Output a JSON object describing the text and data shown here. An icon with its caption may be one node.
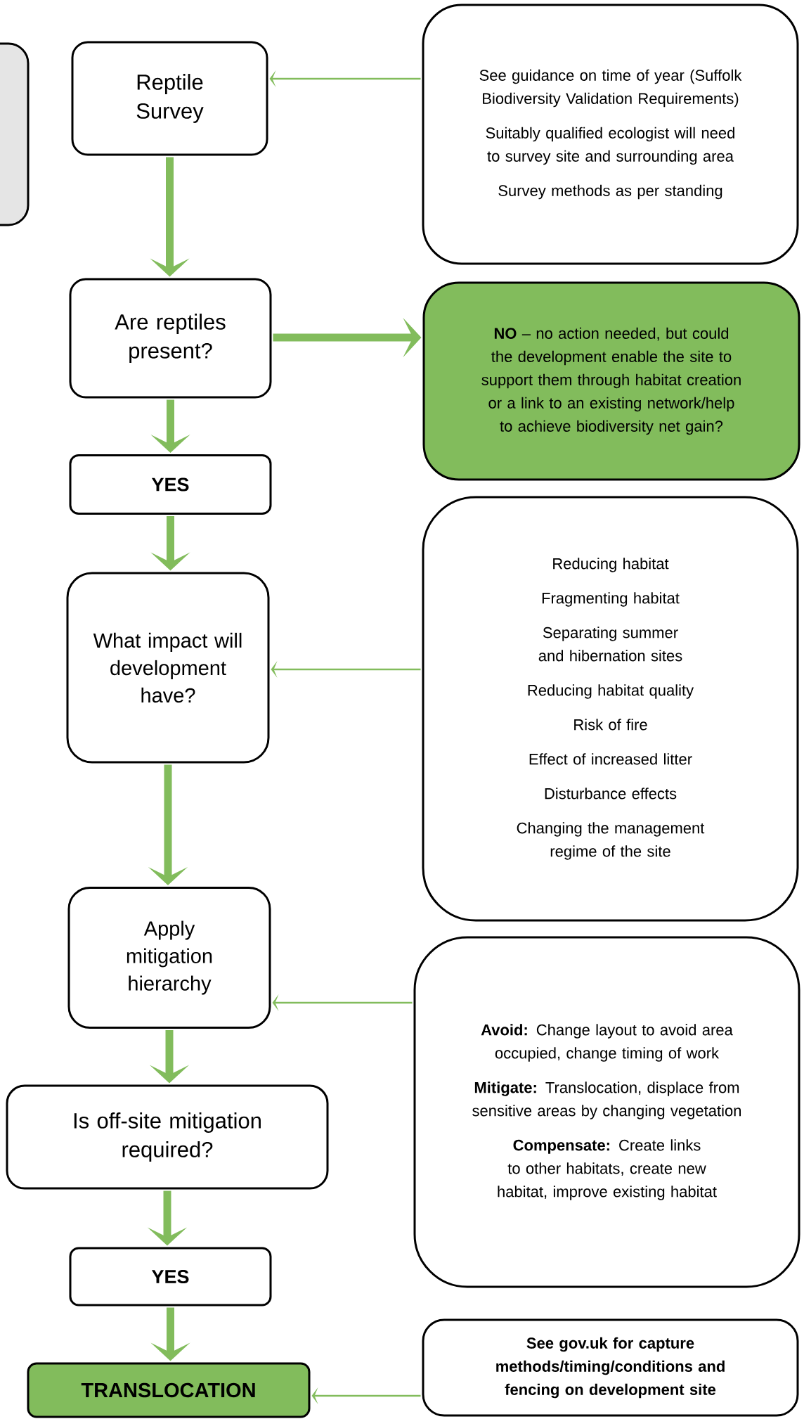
{
  "diagram": {
    "nodes": [
      {
        "text": [],
        "shape": "box"
      },
      {
        "text": [
          "Reptile Survey"
        ]
      },
      {
        "text": [
          "Are reptiles present?"
        ]
      },
      {
        "text": [
          "YES"
        ]
      },
      {
        "text": [
          "What impact will development have?"
        ]
      },
      {
        "text": [
          "Apply mitigation hierarchy"
        ]
      },
      {
        "text": [
          "Is off-site mitigation required?"
        ]
      },
      {
        "text": [
          "YES"
        ]
      },
      {
        "text": [
          "TRANSLOCATION"
        ]
      },
      {
        "text": [
          "See guidance on time of year (Suffolk Biodiversity Validation Requirements)",
          "Suitably qualified ecologist will need to survey site and surrounding area",
          "Survey methods as per standing"
        ]
      },
      {
        "text": [
          "**NO** – no action needed, but could the development enable the site to support them through habitat creation or a link to an existing network/help to achieve biodiversity net gain?"
        ]
      },
      {
        "text": [
          "Reducing habitat",
          "Fragmenting habitat",
          "Separating summer and hibernation sites",
          "Reducing habitat quality",
          "Risk of fire",
          "Effect of increased litter",
          "Disturbance effects",
          "Changing the management regime of the site"
        ]
      },
      {
        "text": [
          "**Avoid:** Change layout to avoid area occupied, change timing of work",
          "**Mitigate:** Translocation, displace from sensitive areas by changing vegetation",
          "**Compensate:** Create links to other habitats, create new habitat, improve existing habitat"
        ]
      },
      {
        "text": [
          "See gov.uk for capture methods/timing/conditions and fencing on development site"
        ]
      }
    ],
    "edges": [
      {
        "from": 9,
        "to": 1,
        "arrow": "to"
      },
      {
        "from": 1,
        "to": 2,
        "arrow": "to"
      },
      {
        "from": 2,
        "to": 10,
        "arrow": "to"
      },
      {
        "from": 2,
        "to": 3,
        "arrow": "to"
      },
      {
        "from": 3,
        "to": 4,
        "arrow": "to"
      },
      {
        "from": 11,
        "to": 4,
        "arrow": "to"
      },
      {
        "from": 4,
        "to": 5,
        "arrow": "to"
      },
      {
        "from": 12,
        "to": 5,
        "arrow": "to"
      },
      {
        "from": 5,
        "to": 6,
        "arrow": "to"
      },
      {
        "from": 6,
        "to": 7,
        "arrow": "to"
      },
      {
        "from": 7,
        "to": 8,
        "arrow": "to"
      },
      {
        "from": 13,
        "to": 8,
        "arrow": "to"
      }
    ]
  }
}
